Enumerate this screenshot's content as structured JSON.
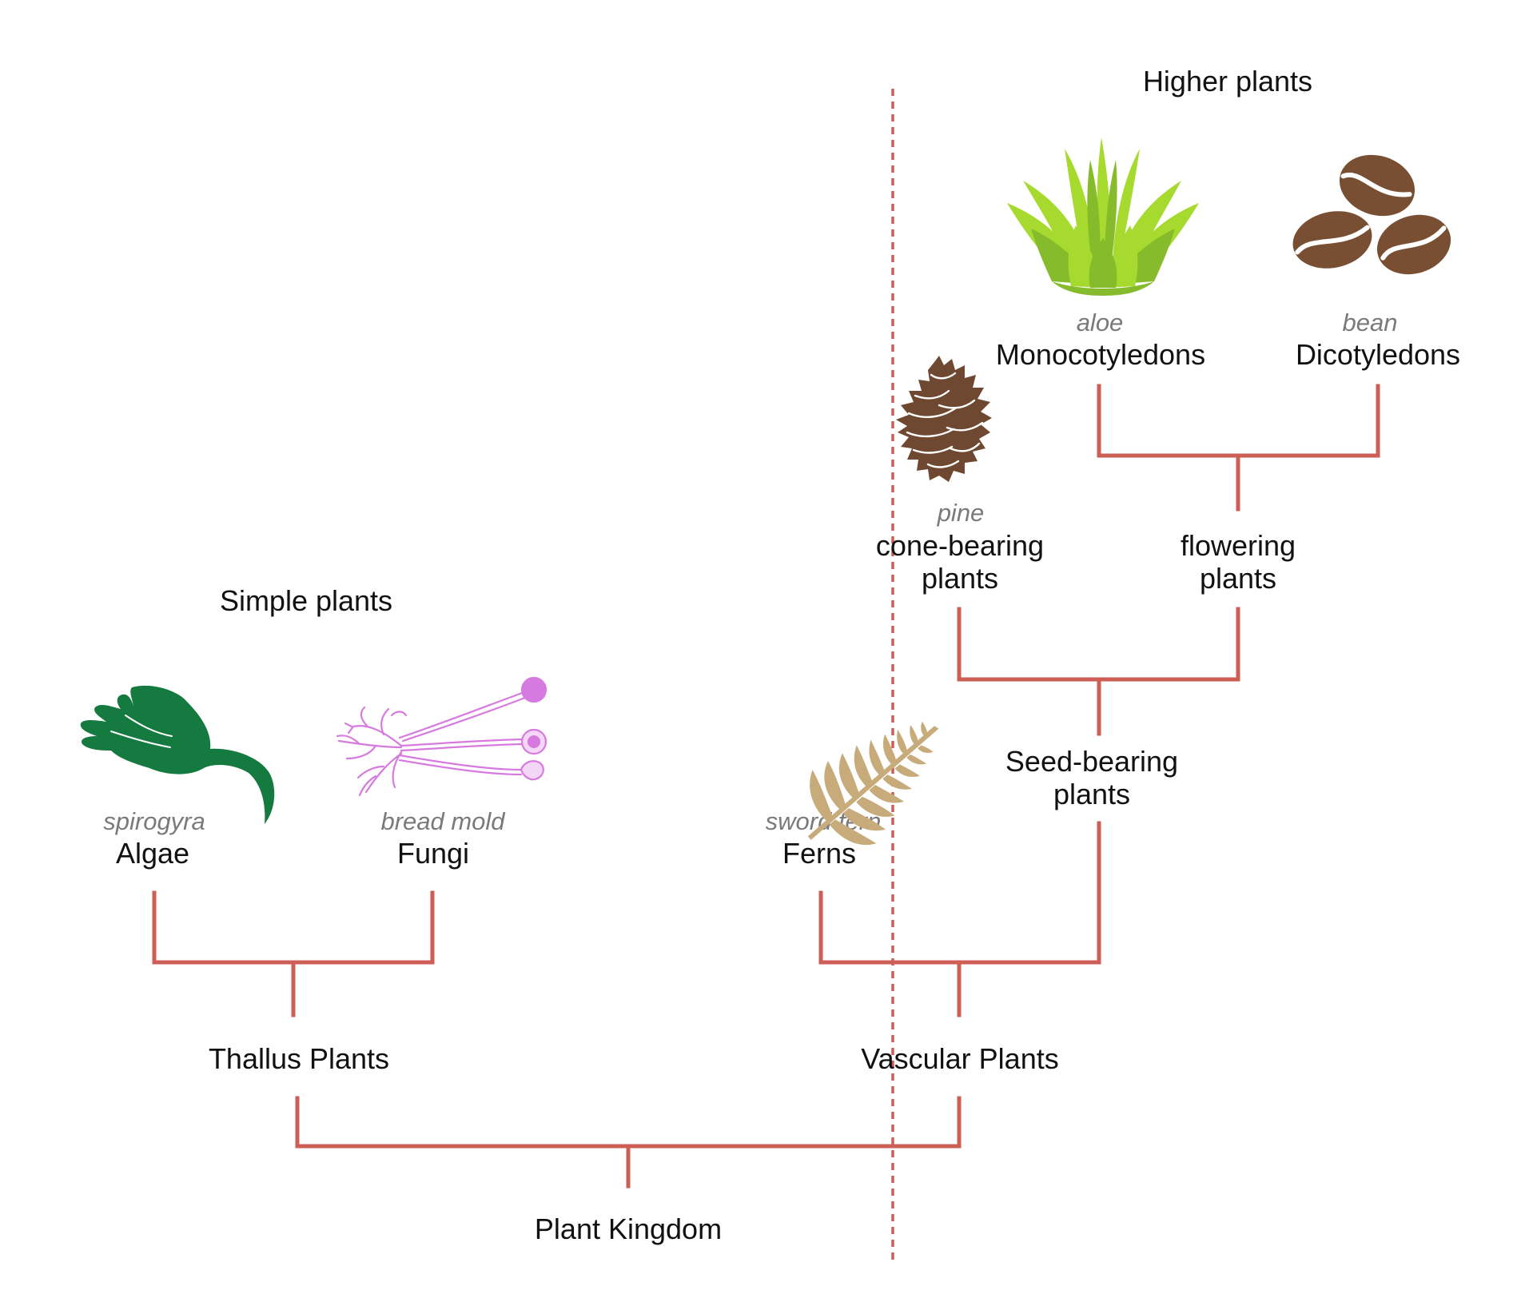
{
  "colors": {
    "branch": "#cd5e55",
    "algae": "#157a3f",
    "fungi": "#d77ae0",
    "fern": "#c7ab7b",
    "pine": "#6e4830",
    "aloe_light": "#a6da2e",
    "aloe_dark": "#86bc2c",
    "bean": "#784f33"
  },
  "regions": {
    "simple": "Simple plants",
    "higher": "Higher plants"
  },
  "nodes": {
    "root": "Plant Kingdom",
    "thallus": "Thallus Plants",
    "vascular": "Vascular Plants",
    "algae": {
      "name": "Algae",
      "example": "spirogyra",
      "icon": "algae-icon"
    },
    "fungi": {
      "name": "Fungi",
      "example": "bread mold",
      "icon": "bread-mold-icon"
    },
    "ferns": {
      "name": "Ferns",
      "example": "sword fern",
      "icon": "fern-leaf-icon"
    },
    "seed": {
      "line1": "Seed-bearing",
      "line2": "plants"
    },
    "cone": {
      "line1": "cone-bearing",
      "line2": "plants",
      "example": "pine",
      "icon": "pine-cone-icon"
    },
    "flowering": {
      "line1": "flowering",
      "line2": "plants"
    },
    "mono": {
      "name": "Monocotyledons",
      "example": "aloe",
      "icon": "aloe-icon"
    },
    "di": {
      "name": "Dicotyledons",
      "example": "bean",
      "icon": "beans-icon"
    }
  }
}
